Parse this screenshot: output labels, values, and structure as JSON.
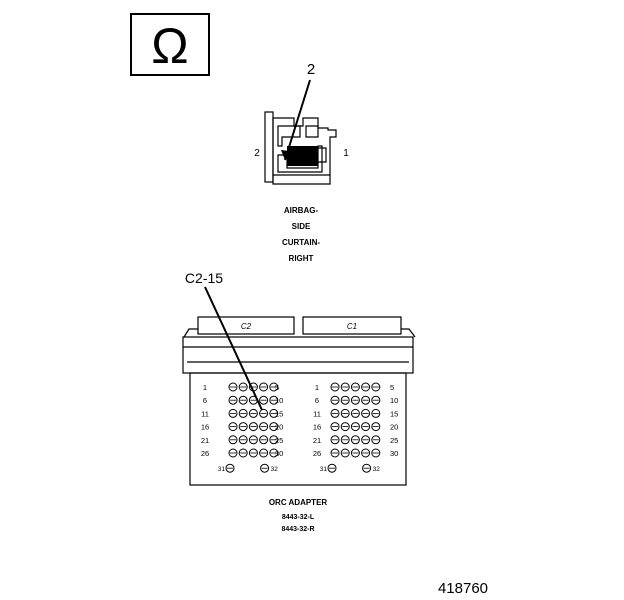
{
  "symbol": {
    "icon": "ohm-icon",
    "glyph": "Ω"
  },
  "connector": {
    "callout": "2",
    "pin_left": "2",
    "pin_right": "1",
    "label_lines": [
      "AIRBAG-",
      "SIDE",
      "CURTAIN-",
      "RIGHT"
    ]
  },
  "adapter": {
    "callout": "C2-15",
    "tab_left": "C2",
    "tab_right": "C1",
    "rows": [
      {
        "start": "1",
        "end": "5"
      },
      {
        "start": "6",
        "end": "10"
      },
      {
        "start": "11",
        "end": "15"
      },
      {
        "start": "16",
        "end": "20"
      },
      {
        "start": "21",
        "end": "25"
      },
      {
        "start": "26",
        "end": "30"
      }
    ],
    "bottom_left": "31",
    "bottom_right": "32",
    "label_lines": [
      "ORC ADAPTER",
      "8443-32-L",
      "8443-32-R"
    ]
  },
  "figure_number": "418760"
}
